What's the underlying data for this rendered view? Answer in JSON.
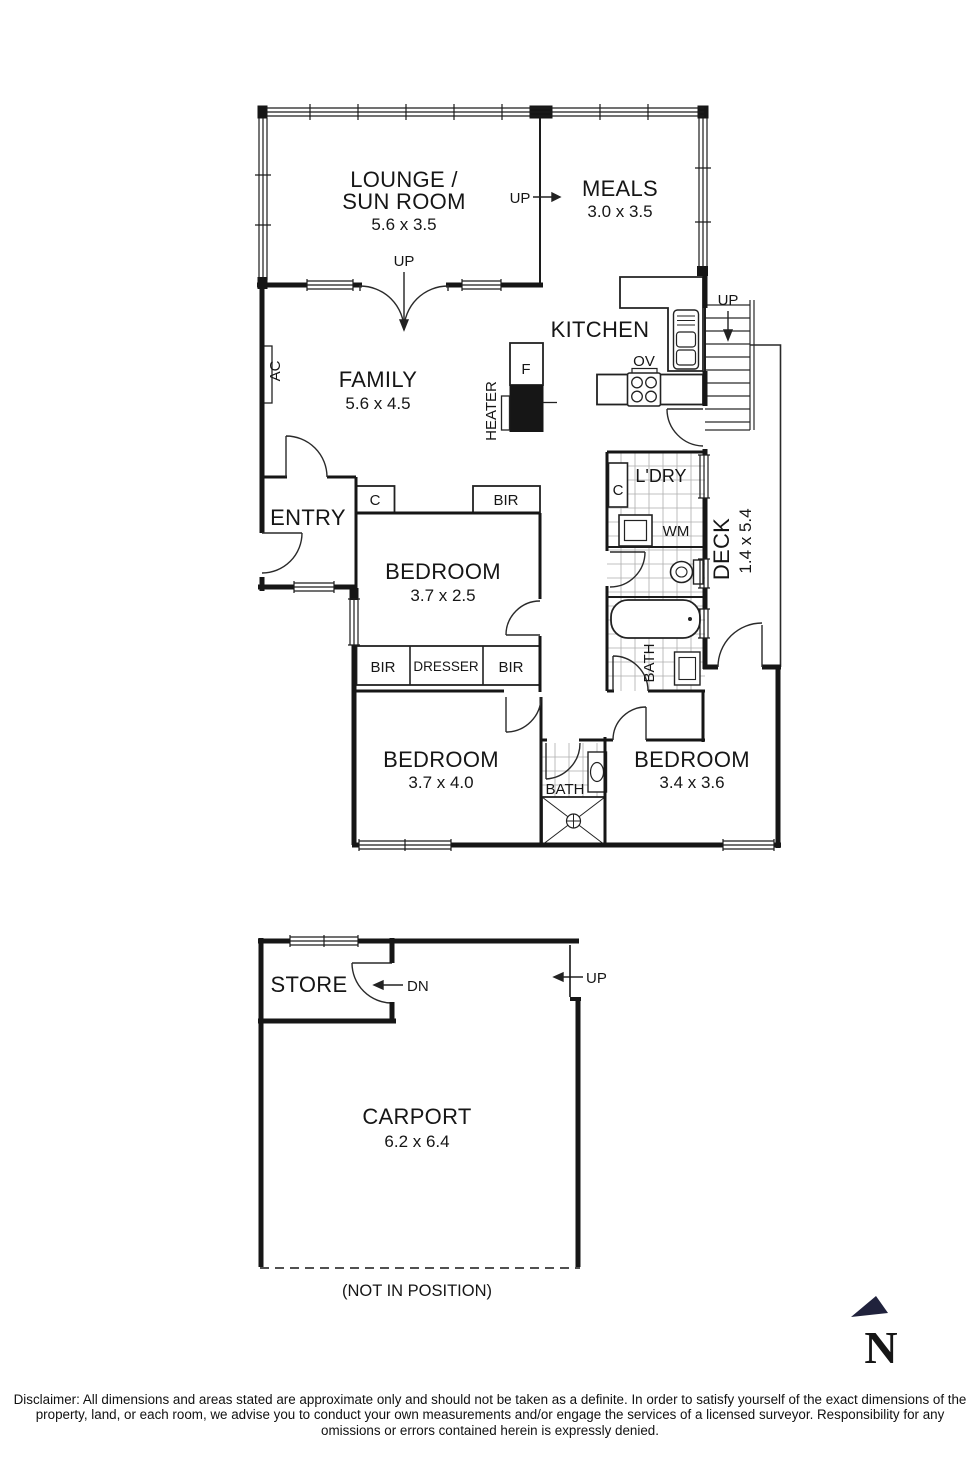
{
  "plan": {
    "upper": {
      "lounge": {
        "line1": "LOUNGE /",
        "line2": "SUN ROOM",
        "dims": "5.6 x 3.5"
      },
      "meals": {
        "name": "MEALS",
        "dims": "3.0 x 3.5"
      },
      "kitchen": {
        "name": "KITCHEN"
      },
      "family": {
        "name": "FAMILY",
        "dims": "5.6 x 4.5"
      },
      "entry": {
        "name": "ENTRY"
      },
      "bedroom1": {
        "name": "BEDROOM",
        "dims": "3.7 x 2.5"
      },
      "bedroom2": {
        "name": "BEDROOM",
        "dims": "3.7 x 4.0"
      },
      "bedroom3": {
        "name": "BEDROOM",
        "dims": "3.4 x 3.6"
      },
      "laundry": {
        "name": "L'DRY"
      },
      "deck": {
        "name": "DECK",
        "dims": "1.4 x 5.4"
      },
      "bath_main": {
        "name": "BATH"
      },
      "bath_second": {
        "name": "BATH"
      }
    },
    "lower": {
      "store": {
        "name": "STORE"
      },
      "carport": {
        "name": "CARPORT",
        "dims": "6.2 x 6.4"
      },
      "note": "(NOT IN POSITION)"
    },
    "markers": {
      "up": "UP",
      "dn": "DN",
      "ov": "OV",
      "wm": "WM",
      "f": "F",
      "ac": "AC",
      "c": "C",
      "bir": "BIR",
      "dresser": "DRESSER",
      "heater": "HEATER"
    },
    "compass": {
      "n": "N"
    },
    "colors": {
      "wall": "#161616",
      "compass": "#20223c",
      "tile": "#adadad"
    },
    "disclaimer": "Disclaimer: All dimensions and areas stated are approximate only and should not be taken as a definite. In order to satisfy yourself of the exact dimensions of the property, land, or each room, we advise you to conduct your own measurements and/or engage the services of a licensed surveyor. Responsibility for any omissions or errors contained herein is expressly denied."
  }
}
